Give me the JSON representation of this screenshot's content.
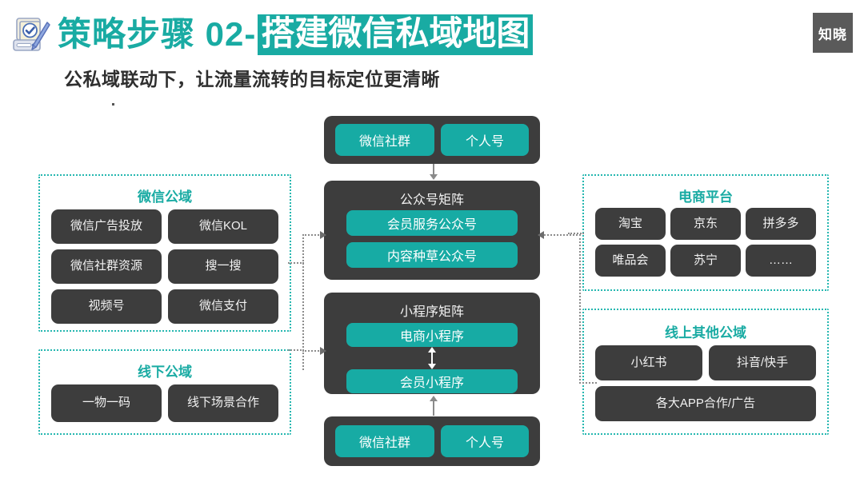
{
  "header": {
    "icon": "clipboard-check-pen-icon",
    "title_main": "策略步骤 02-",
    "title_highlight": "搭建微信私域地图",
    "subtitle": "公私域联动下，让流量流转的目标定位更清晰",
    "logo_text": "知晓"
  },
  "colors": {
    "teal": "#17aba4",
    "teal_text": "#19aba3",
    "dark": "#3d3d3d",
    "dotted_border": "#25b7b0",
    "connector": "#8c8c8c",
    "logo_bg": "#5a5a5a",
    "background": "#ffffff"
  },
  "left_column": {
    "groups": [
      {
        "title": "微信公域",
        "items": [
          "微信广告投放",
          "微信KOL",
          "微信社群资源",
          "搜一搜",
          "视频号",
          "微信支付"
        ]
      },
      {
        "title": "线下公域",
        "items": [
          "一物一码",
          "线下场景合作"
        ]
      }
    ]
  },
  "center_column": {
    "top_private": {
      "items": [
        "微信社群",
        "个人号"
      ]
    },
    "official_matrix": {
      "label": "公众号矩阵",
      "items": [
        "会员服务公众号",
        "内容种草公众号"
      ]
    },
    "miniprogram_matrix": {
      "label": "小程序矩阵",
      "items": [
        "电商小程序",
        "会员小程序"
      ]
    },
    "bottom_private": {
      "items": [
        "微信社群",
        "个人号"
      ]
    }
  },
  "right_column": {
    "groups": [
      {
        "title": "电商平台",
        "items": [
          "淘宝",
          "京东",
          "拼多多",
          "唯品会",
          "苏宁",
          "……"
        ]
      },
      {
        "title": "线上其他公域",
        "items": [
          "小红书",
          "抖音/快手",
          "各大APP合作/广告"
        ]
      }
    ]
  }
}
